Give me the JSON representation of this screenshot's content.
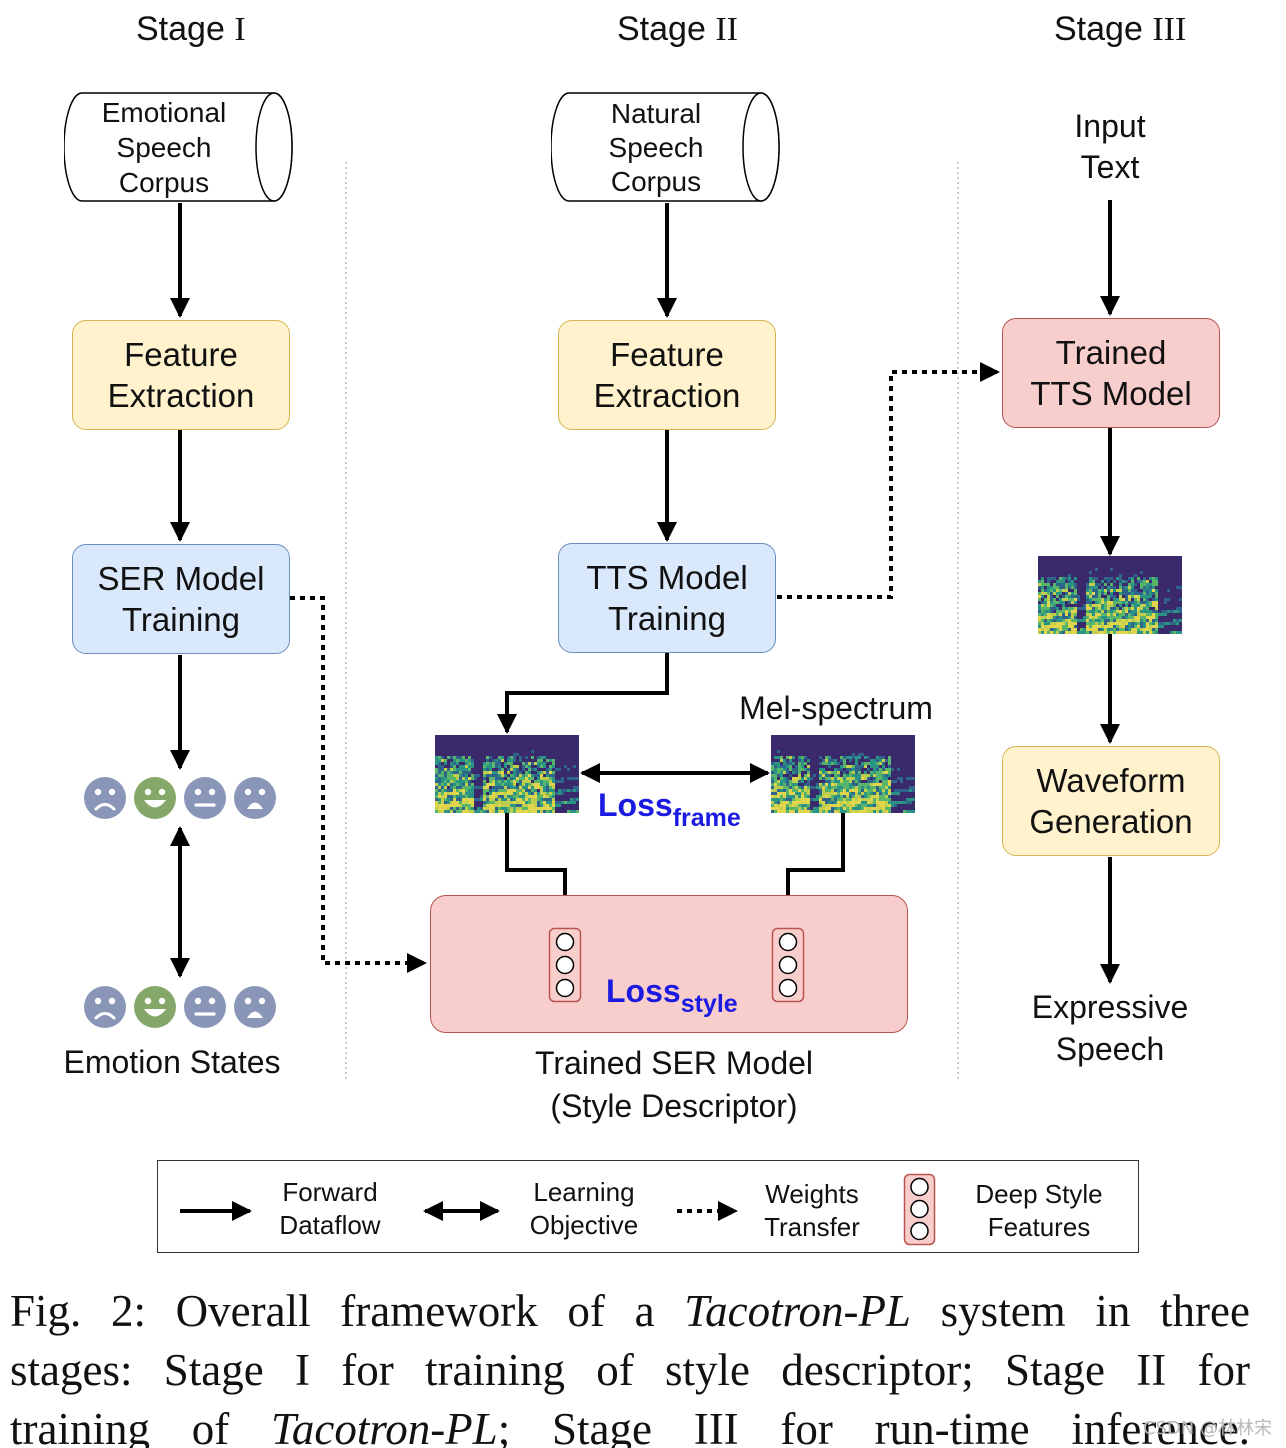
{
  "stages": {
    "stage1_prefix": "Stage",
    "stage1_roman": "I",
    "stage2_prefix": "Stage",
    "stage2_roman": "II",
    "stage3_prefix": "Stage",
    "stage3_roman": "III"
  },
  "stage1": {
    "corpus": [
      "Emotional",
      "Speech",
      "Corpus"
    ],
    "feature_extraction": [
      "Feature",
      "Extraction"
    ],
    "ser_training": [
      "SER Model",
      "Training"
    ],
    "emotion_states_label": "Emotion States"
  },
  "stage2": {
    "corpus": [
      "Natural",
      "Speech",
      "Corpus"
    ],
    "feature_extraction": [
      "Feature",
      "Extraction"
    ],
    "tts_training": [
      "TTS Model",
      "Training"
    ],
    "mel_label": "Mel-spectrum",
    "loss_frame_main": "Loss",
    "loss_frame_sub": "frame",
    "loss_style_main": "Loss",
    "loss_style_sub": "style",
    "trained_ser": [
      "Trained SER Model",
      "(Style Descriptor)"
    ]
  },
  "stage3": {
    "input_text": [
      "Input",
      "Text"
    ],
    "trained_tts": [
      "Trained",
      "TTS Model"
    ],
    "waveform": [
      "Waveform",
      "Generation"
    ],
    "output": [
      "Expressive",
      "Speech"
    ]
  },
  "legend": {
    "forward": [
      "Forward",
      "Dataflow"
    ],
    "learning": [
      "Learning",
      "Objective"
    ],
    "weights": [
      "Weights",
      "Transfer"
    ],
    "deep_style": [
      "Deep Style",
      "Features"
    ]
  },
  "caption": {
    "l1_a": "Fig. 2: Overall framework of a ",
    "l1_i": "Tacotron-PL",
    "l1_b": " system in three",
    "l2": "stages: Stage I for training of style descriptor; Stage II for",
    "l3_a": "training of ",
    "l3_i": "Tacotron-PL",
    "l3_b": "; Stage III for run-time inference."
  },
  "watermark": "CSDN @林林宋",
  "colors": {
    "yellow_fill": "#fff2cc",
    "blue_fill": "#dae8fc",
    "pink_fill": "#f8cecc",
    "loss_text": "#1a1ae0",
    "face_gray": "#8a96b8",
    "face_green": "#85a86a"
  },
  "faces_row1": [
    "sad-face-icon",
    "happy-face-icon",
    "neutral-face-icon",
    "surprised-face-icon"
  ],
  "faces_row2": [
    "sad-face-icon",
    "happy-face-icon",
    "neutral-face-icon",
    "surprised-face-icon"
  ]
}
